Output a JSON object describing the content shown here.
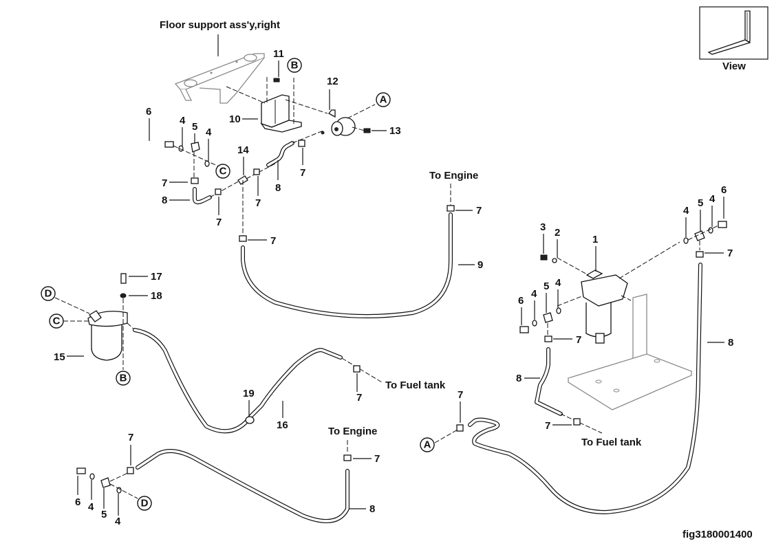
{
  "figure": {
    "id": "fig3180001400",
    "title_callout": "Floor support ass'y,right",
    "view_label": "View"
  },
  "destinations": {
    "to_engine": "To Engine",
    "to_fuel_tank": "To Fuel tank"
  },
  "reference_circles": [
    "A",
    "B",
    "C",
    "D"
  ],
  "part_numbers": [
    "1",
    "2",
    "3",
    "4",
    "5",
    "6",
    "7",
    "8",
    "9",
    "10",
    "11",
    "12",
    "13",
    "14",
    "15",
    "16",
    "17",
    "18",
    "19"
  ],
  "callouts": {
    "n1": "1",
    "n2": "2",
    "n3": "3",
    "n4": "4",
    "n5": "5",
    "n6": "6",
    "n7": "7",
    "n8": "8",
    "n9": "9",
    "n10": "10",
    "n11": "11",
    "n12": "12",
    "n13": "13",
    "n14": "14",
    "n15": "15",
    "n16": "16",
    "n17": "17",
    "n18": "18",
    "n19": "19",
    "A": "A",
    "B": "B",
    "C": "C",
    "D": "D"
  }
}
